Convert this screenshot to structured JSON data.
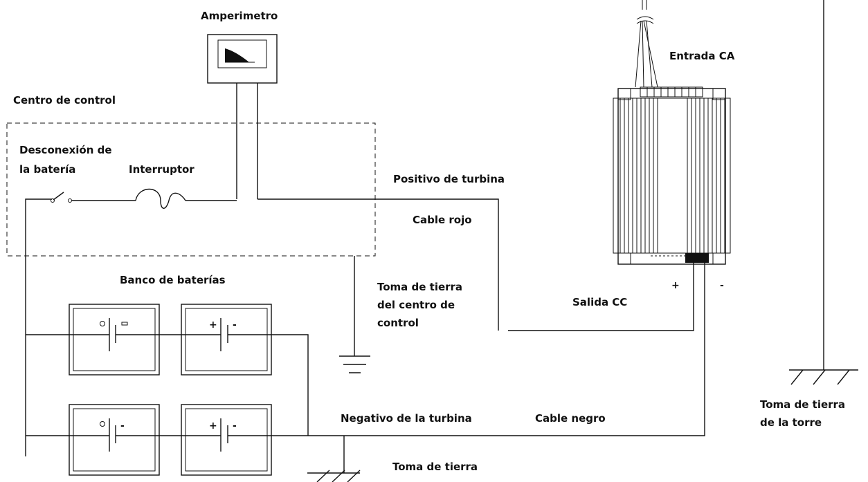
{
  "labels": {
    "ammeter": "Amperimetro",
    "control_center": "Centro de control",
    "battery_disconnect_1": "Desconexión de",
    "battery_disconnect_2": "la batería",
    "breaker": "Interruptor",
    "turbine_positive": "Positivo de turbina",
    "red_cable": "Cable rojo",
    "battery_bank": "Banco de baterías",
    "control_ground_1": "Toma de tierra",
    "control_ground_2": "del centro de",
    "control_ground_3": "control",
    "dc_output": "Salida CC",
    "ac_input": "Entrada CA",
    "turbine_negative": "Negativo de la turbina",
    "black_cable": "Cable negro",
    "ground": "Toma de tierra",
    "tower_ground_1": "Toma de tierra",
    "tower_ground_2": "de la torre",
    "plus": "+",
    "minus": "-"
  },
  "colors": {
    "line": "#111111",
    "background": "#ffffff"
  }
}
